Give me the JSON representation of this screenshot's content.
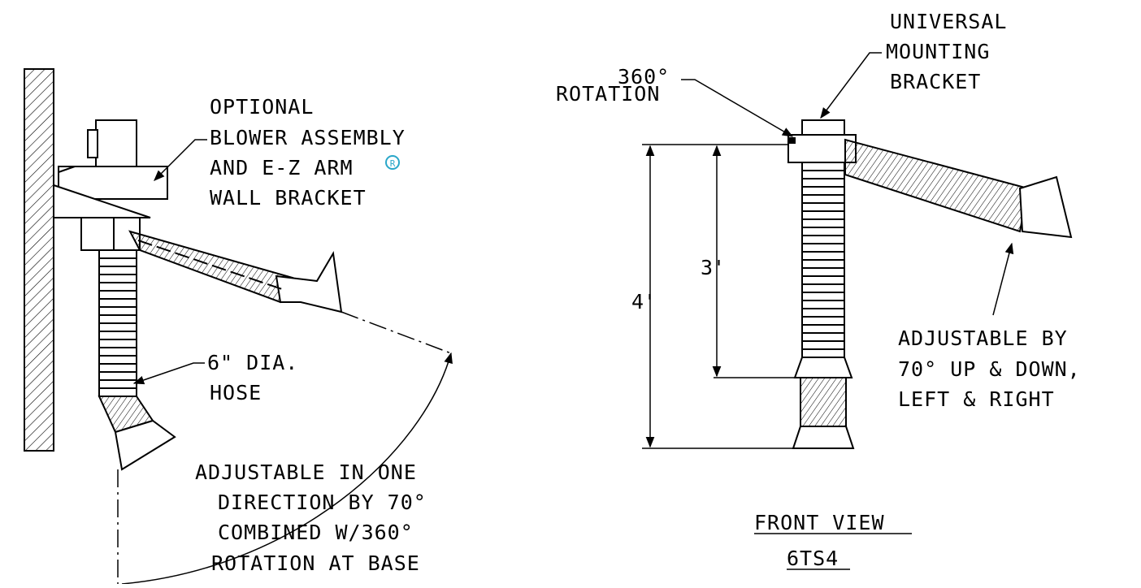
{
  "side_view": {
    "blower_callout": [
      "OPTIONAL",
      "BLOWER ASSEMBLY",
      "AND E-Z ARM",
      "WALL BRACKET"
    ],
    "registered_mark": "R",
    "hose_callout": [
      "6\" DIA.",
      "HOSE"
    ],
    "adjust_callout": [
      "ADJUSTABLE IN ONE",
      "DIRECTION BY 70°",
      "COMBINED W/360°",
      "ROTATION AT BASE"
    ]
  },
  "front_view": {
    "rotation_callout": [
      "360°",
      "ROTATION"
    ],
    "bracket_callout": [
      "UNIVERSAL",
      "MOUNTING",
      "BRACKET"
    ],
    "dim_4ft": "4'",
    "dim_3ft": "3'",
    "adjust_callout": [
      "ADJUSTABLE BY",
      "70° UP & DOWN,",
      "LEFT & RIGHT"
    ],
    "view_title": "FRONT VIEW",
    "model": "6TS4"
  },
  "colors": {
    "line": "#000000",
    "registered_mark": "#2aa7c9"
  }
}
